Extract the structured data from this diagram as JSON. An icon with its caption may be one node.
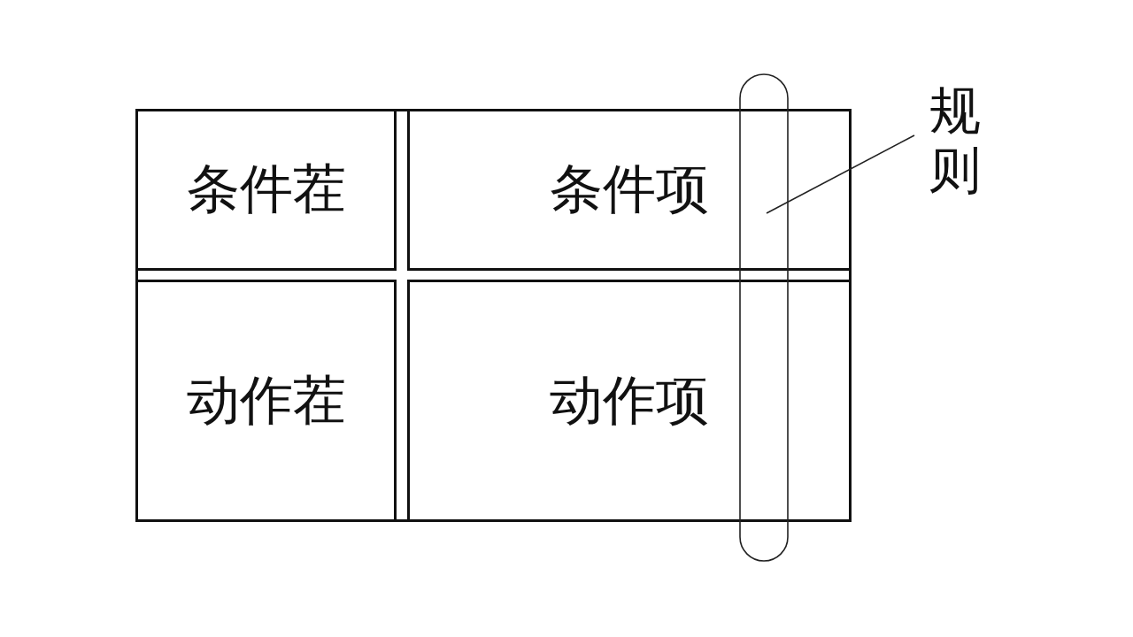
{
  "diagram": {
    "nodes": [
      {
        "text": [
          "条件茬"
        ]
      },
      {
        "text": [
          "条件项"
        ]
      },
      {
        "text": [
          "动作茬"
        ]
      },
      {
        "text": [
          "动作项"
        ]
      },
      {
        "text": [
          "规则"
        ]
      },
      {
        "text": [],
        "shape": "capsule"
      }
    ],
    "edges": [
      {
        "from": 4,
        "to": 5,
        "arrow": "none"
      }
    ]
  }
}
